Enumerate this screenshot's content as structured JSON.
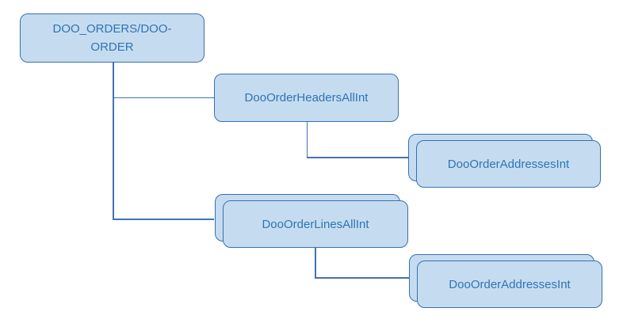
{
  "diagram": {
    "description": "Hierarchy of order interface objects",
    "colors": {
      "node_fill": "#C5DCF0",
      "node_border": "#3A6FB0",
      "node_text": "#2E74B5",
      "connector": "#4173B4",
      "background": "#FFFFFF"
    },
    "nodes": [
      {
        "label": "DOO_ORDERS/DOO-ORDER",
        "type": "single",
        "role": "root"
      },
      {
        "label": "DooOrderHeadersAllInt",
        "type": "single"
      },
      {
        "label": "DooOrderAddressesInt",
        "type": "stacked"
      },
      {
        "label": "DooOrderLinesAllInt",
        "type": "stacked"
      },
      {
        "label": "DooOrderAddressesInt",
        "type": "stacked"
      }
    ],
    "edges": [
      {
        "from": "DOO_ORDERS/DOO-ORDER",
        "to": "DooOrderHeadersAllInt"
      },
      {
        "from": "DOO_ORDERS/DOO-ORDER",
        "to": "DooOrderLinesAllInt"
      },
      {
        "from": "DooOrderHeadersAllInt",
        "to": "DooOrderAddressesInt"
      },
      {
        "from": "DooOrderLinesAllInt",
        "to": "DooOrderAddressesInt"
      }
    ]
  }
}
